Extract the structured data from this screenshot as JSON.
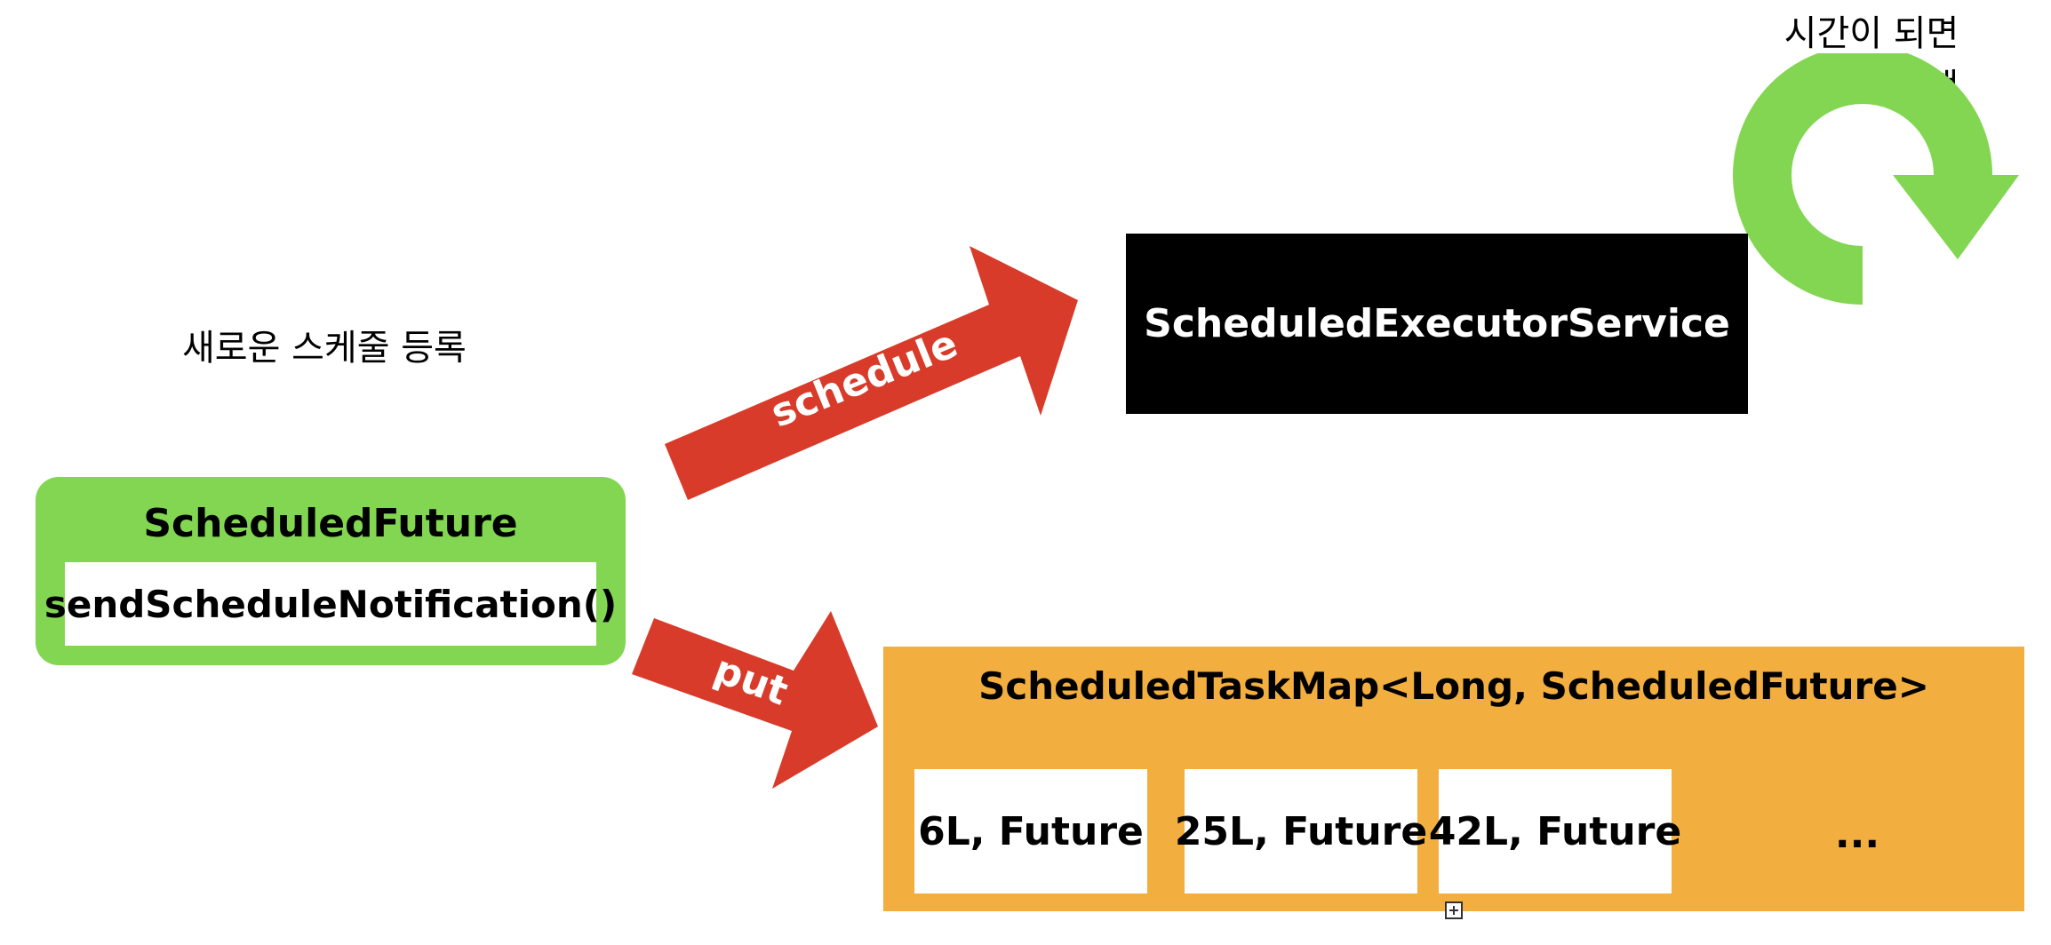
{
  "labels": {
    "register": "새로운 스케줄 등록",
    "auto_run_line1": "시간이 되면",
    "auto_run_line2": "알아서 수행"
  },
  "future": {
    "title": "ScheduledFuture",
    "method": "sendScheduleNotification()"
  },
  "executor": {
    "title": "ScheduledExecutorService"
  },
  "arrows": {
    "schedule": "schedule",
    "put": "put"
  },
  "task_map": {
    "title": "ScheduledTaskMap<Long, ScheduledFuture>",
    "entries": [
      "6L, Future",
      "25L, Future",
      "42L, Future"
    ],
    "more": "..."
  },
  "colors": {
    "green": "#82d651",
    "red_arrow": "#d83b2a",
    "orange": "#f2ae3e",
    "black": "#000000"
  }
}
